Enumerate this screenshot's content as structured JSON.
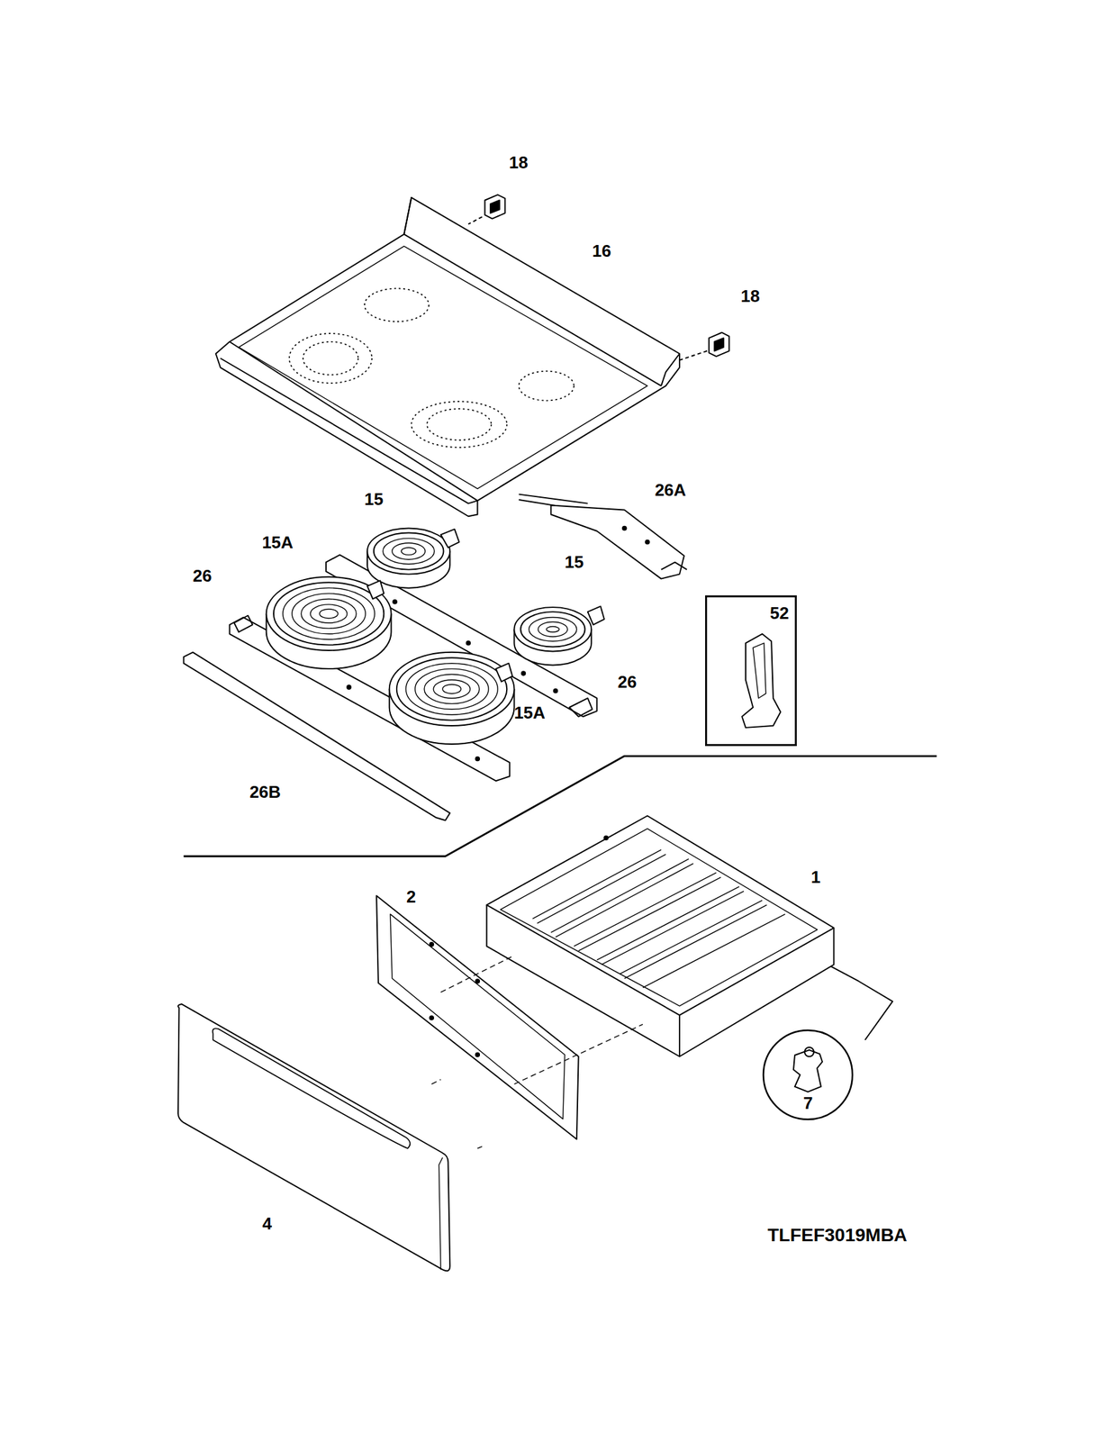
{
  "diagram": {
    "nodes": [
      {
        "text": [
          "52"
        ]
      },
      {
        "text": [
          "7"
        ]
      }
    ],
    "edges": [],
    "labels": [
      "18",
      "16",
      "18",
      "26A",
      "15",
      "15A",
      "26",
      "15",
      "26",
      "15A",
      "26B",
      "1",
      "2",
      "4",
      "TLFEF3019MBA"
    ]
  }
}
